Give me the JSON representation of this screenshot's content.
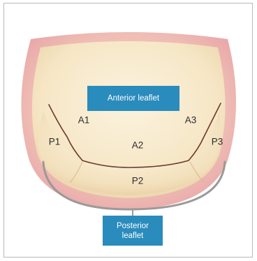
{
  "diagram": {
    "anterior_label": "Anterior leaflet",
    "posterior_label_line1": "Posterior",
    "posterior_label_line2": "leaflet",
    "segments": {
      "a1": "A1",
      "a2": "A2",
      "a3": "A3",
      "p1": "P1",
      "p2": "P2",
      "p3": "P3"
    },
    "colors": {
      "label_box": "#2a8bbd",
      "tissue_outer": "#efb7b4",
      "tissue_inner": "#f6e6c6",
      "coaptation_line": "#6b3a2e",
      "bracket": "#9a9a9a"
    }
  }
}
